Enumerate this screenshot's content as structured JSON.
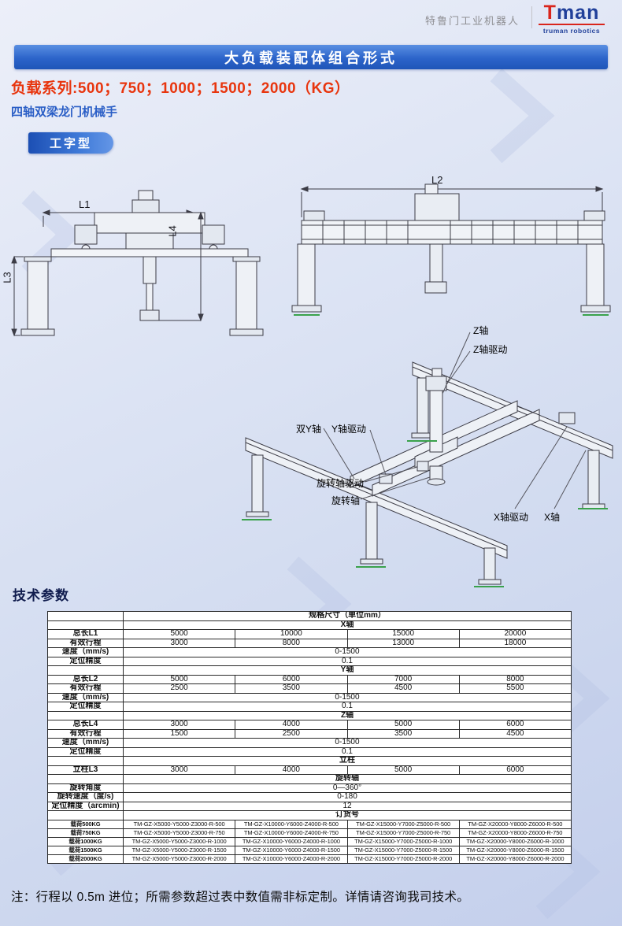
{
  "topbar": {
    "company": "特鲁门工业机器人",
    "logo_text": "Tman",
    "logo_subtext": "truman robotics"
  },
  "banner": {
    "title": "大负载装配体组合形式"
  },
  "intro": {
    "load_series": "负载系列:500；750；1000；1500；2000（KG）",
    "subtitle": "四轴双梁龙门机械手",
    "type_label": "工字型"
  },
  "diagram": {
    "dims": {
      "l1": "L1",
      "l2": "L2",
      "l3": "L3",
      "l4": "L4"
    },
    "callouts": [
      "Z轴",
      "Z轴驱动",
      "双Y轴",
      "Y轴驱动",
      "旋转轴驱动",
      "旋转轴",
      "X轴驱动",
      "X轴"
    ]
  },
  "params": {
    "heading": "技术参数"
  },
  "table": {
    "title": "规格尺寸（单位mm）",
    "sections": [
      {
        "name": "X轴",
        "rows": [
          {
            "label": "总长L1",
            "values": [
              "5000",
              "10000",
              "15000",
              "20000"
            ]
          },
          {
            "label": "有效行程",
            "values": [
              "3000",
              "8000",
              "13000",
              "18000"
            ]
          },
          {
            "label": "速度（mm/s)",
            "span": "0-1500"
          },
          {
            "label": "定位精度",
            "span": "0.1"
          }
        ]
      },
      {
        "name": "Y轴",
        "rows": [
          {
            "label": "总长L2",
            "values": [
              "5000",
              "6000",
              "7000",
              "8000"
            ]
          },
          {
            "label": "有效行程",
            "values": [
              "2500",
              "3500",
              "4500",
              "5500"
            ]
          },
          {
            "label": "速度（mm/s)",
            "span": "0-1500"
          },
          {
            "label": "定位精度",
            "span": "0.1"
          }
        ]
      },
      {
        "name": "Z轴",
        "rows": [
          {
            "label": "总长L4",
            "values": [
              "3000",
              "4000",
              "5000",
              "6000"
            ]
          },
          {
            "label": "有效行程",
            "values": [
              "1500",
              "2500",
              "3500",
              "4500"
            ]
          },
          {
            "label": "速度（mm/s)",
            "span": "0-1500"
          },
          {
            "label": "定位精度",
            "span": "0.1"
          }
        ]
      },
      {
        "name": "立柱",
        "rows": [
          {
            "label": "立柱L3",
            "values": [
              "3000",
              "4000",
              "5000",
              "6000"
            ]
          }
        ]
      },
      {
        "name": "旋转轴",
        "rows": [
          {
            "label": "旋转角度",
            "span": "0—360°"
          },
          {
            "label": "旋转速度（度/s)",
            "span": "0-180"
          },
          {
            "label": "定位精度（arcmin)",
            "span": "12"
          }
        ]
      },
      {
        "name": "订货号",
        "rows": [
          {
            "label": "载荷500KG",
            "small": true,
            "values": [
              "TM-GZ-X5000-Y5000-Z3000-R-500",
              "TM-GZ-X10000-Y6000-Z4000-R-500",
              "TM-GZ-X15000-Y7000-Z5000-R-500",
              "TM-GZ-X20000-Y8000-Z6000-R-500"
            ]
          },
          {
            "label": "载荷750KG",
            "small": true,
            "values": [
              "TM-GZ-X5000-Y5000-Z3000-R-750",
              "TM-GZ-X10000-Y6000-Z4000-R-750",
              "TM-GZ-X15000-Y7000-Z5000-R-750",
              "TM-GZ-X20000-Y8000-Z6000-R-750"
            ]
          },
          {
            "label": "载荷1000KG",
            "small": true,
            "values": [
              "TM-GZ-X5000-Y5000-Z3000-R-1000",
              "TM-GZ-X10000-Y6000-Z4000-R-1000",
              "TM-GZ-X15000-Y7000-Z5000-R-1000",
              "TM-GZ-X20000-Y8000-Z6000-R-1000"
            ]
          },
          {
            "label": "载荷1500KG",
            "small": true,
            "values": [
              "TM-GZ-X5000-Y5000-Z3000-R-1500",
              "TM-GZ-X10000-Y6000-Z4000-R-1500",
              "TM-GZ-X15000-Y7000-Z5000-R-1500",
              "TM-GZ-X20000-Y8000-Z6000-R-1500"
            ]
          },
          {
            "label": "载荷2000KG",
            "small": true,
            "values": [
              "TM-GZ-X5000-Y5000-Z3000-R-2000",
              "TM-GZ-X10000-Y6000-Z4000-R-2000",
              "TM-GZ-X15000-Y7000-Z5000-R-2000",
              "TM-GZ-X20000-Y8000-Z6000-R-2000"
            ]
          }
        ]
      }
    ]
  },
  "footnote": "注：行程以 0.5m 进位；所需参数超过表中数值需非标定制。详情请咨询我司技术。"
}
